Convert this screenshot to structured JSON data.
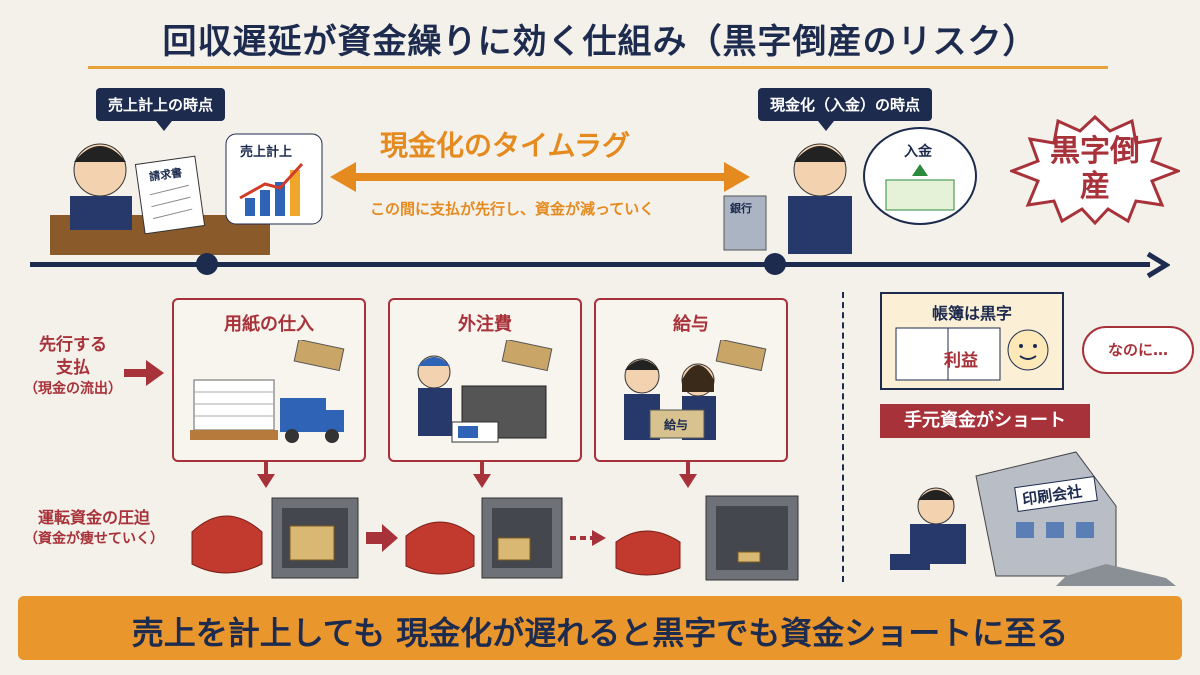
{
  "title": "回収遅延が資金繰りに効く仕組み（黒字倒産のリスク）",
  "top": {
    "left_bubble": "売上計上の時点",
    "right_bubble": "現金化（入金）の時点",
    "invoice_label": "請求書",
    "sales_card_label": "売上計上",
    "bank_label": "銀行",
    "deposit_label": "入金",
    "lag_title": "現金化のタイムラグ",
    "lag_sub": "この間に支払が先行し、資金が減っていく",
    "kuroji_tousan": "黒字倒産"
  },
  "left_labels": {
    "prepay": [
      "先行する",
      "支払",
      "（現金の流出）"
    ],
    "pressure": [
      "運転資金の圧迫",
      "（資金が痩せていく）"
    ]
  },
  "cost_boxes": [
    {
      "title": "用紙の仕入"
    },
    {
      "title": "外注費"
    },
    {
      "title": "給与"
    }
  ],
  "salary_envelope": "給与",
  "right_panel": {
    "ledger_title": "帳簿は黒字",
    "profit": "利益",
    "nanoni": "なのに…",
    "short_banner": "手元資金がショート",
    "company_sign": "印刷会社"
  },
  "bottom_banner": "売上を計上しても 現金化が遅れると黒字でも資金ショートに至る",
  "colors": {
    "navy": "#1d2b4f",
    "accent_orange": "#e58a1f",
    "banner_orange": "#e9962c",
    "red": "#a8323a",
    "background": "#f4f1ea"
  }
}
